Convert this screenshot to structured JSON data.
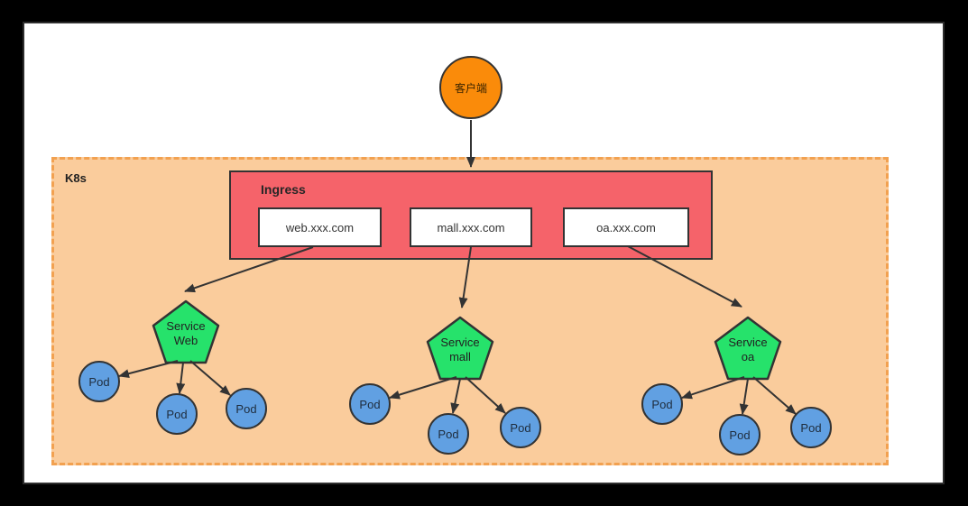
{
  "diagram": {
    "k8s": {
      "label": "K8s"
    },
    "client": {
      "label": "客户端"
    },
    "ingress": {
      "label": "Ingress",
      "hosts": [
        {
          "domain": "web.xxx.com"
        },
        {
          "domain": "mall.xxx.com"
        },
        {
          "domain": "oa.xxx.com"
        }
      ]
    },
    "services": [
      {
        "name_line1": "Service",
        "name_line2": "Web"
      },
      {
        "name_line1": "Service",
        "name_line2": "mall"
      },
      {
        "name_line1": "Service",
        "name_line2": "oa"
      }
    ],
    "pod_label": "Pod",
    "colors": {
      "client_fill": "#FA8B0A",
      "ingress_fill": "#F5636A",
      "k8s_fill": "#FACC9C",
      "k8s_border": "#F2A150",
      "service_fill": "#26E26B",
      "pod_fill": "#61A0E2",
      "stroke": "#333333"
    }
  }
}
